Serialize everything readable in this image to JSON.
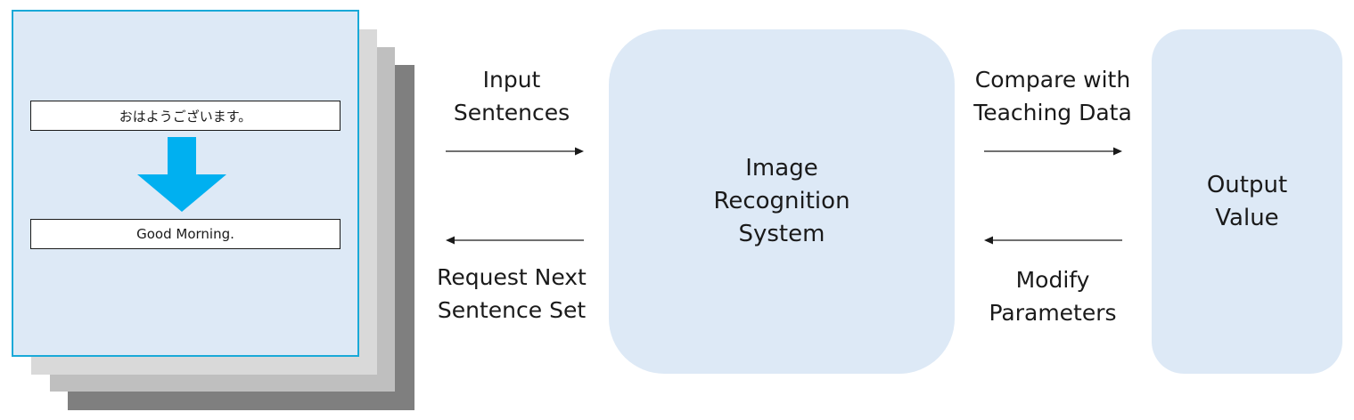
{
  "input_card": {
    "source_sentence": "おはようございます。",
    "target_sentence": "Good Morning.",
    "arrow_color": "#00b0f0",
    "border_color": "#19a9d8"
  },
  "labels": {
    "input_sentences": [
      "Input",
      "Sentences"
    ],
    "request_next": [
      "Request Next",
      "Sentence Set"
    ],
    "compare_teaching": [
      "Compare with",
      "Teaching Data"
    ],
    "modify_parameters": [
      "Modify",
      "Parameters"
    ]
  },
  "system": {
    "title_lines": [
      "Image",
      "Recognition",
      "System"
    ]
  },
  "output": {
    "title_lines": [
      "Output",
      "Value"
    ]
  },
  "colors": {
    "box_fill": "#dde9f6",
    "stack_dark": "#7f7f7f",
    "stack_mid": "#bfbfbf",
    "stack_light": "#d9d9d9"
  }
}
